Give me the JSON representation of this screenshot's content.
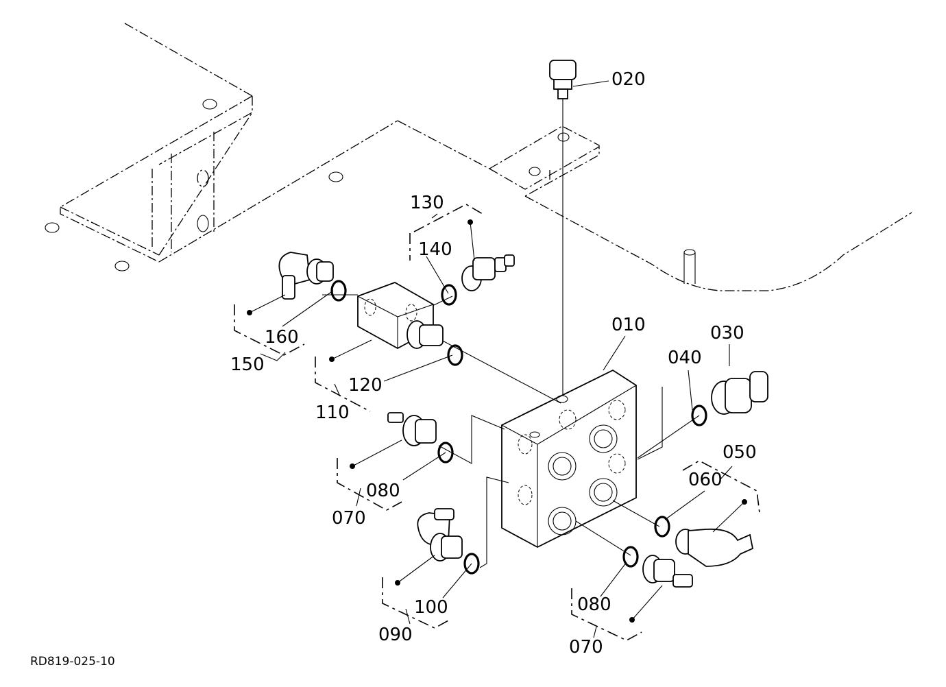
{
  "diagram": {
    "document_id": "RD819-025-10",
    "callouts": [
      {
        "id": "010",
        "text": "010"
      },
      {
        "id": "020",
        "text": "020"
      },
      {
        "id": "030",
        "text": "030"
      },
      {
        "id": "040",
        "text": "040"
      },
      {
        "id": "050",
        "text": "050"
      },
      {
        "id": "060",
        "text": "060"
      },
      {
        "id": "070a",
        "text": "070"
      },
      {
        "id": "070b",
        "text": "070"
      },
      {
        "id": "080a",
        "text": "080"
      },
      {
        "id": "080b",
        "text": "080"
      },
      {
        "id": "090",
        "text": "090"
      },
      {
        "id": "100",
        "text": "100"
      },
      {
        "id": "110",
        "text": "110"
      },
      {
        "id": "120",
        "text": "120"
      },
      {
        "id": "130",
        "text": "130"
      },
      {
        "id": "140",
        "text": "140"
      },
      {
        "id": "150",
        "text": "150"
      },
      {
        "id": "160",
        "text": "160"
      }
    ]
  }
}
